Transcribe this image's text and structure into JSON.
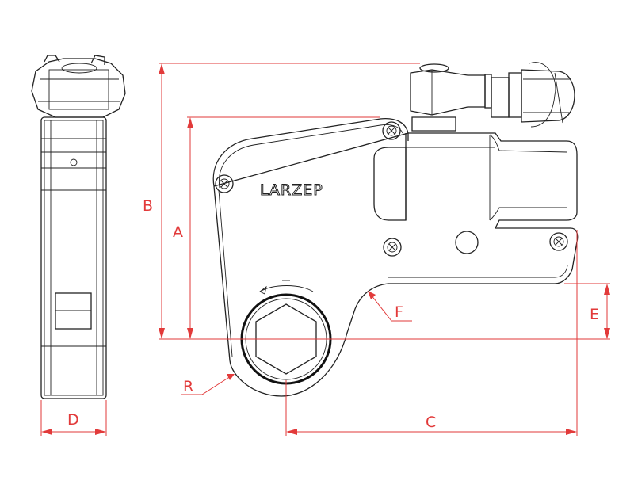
{
  "diagram": {
    "brand_text": "LARZEP",
    "labels": {
      "A": "A",
      "B": "B",
      "C": "C",
      "D": "D",
      "E": "E",
      "F": "F",
      "R": "R"
    },
    "colors": {
      "line": "#222222",
      "dimension": "#e23a3a",
      "background": "#ffffff"
    }
  }
}
